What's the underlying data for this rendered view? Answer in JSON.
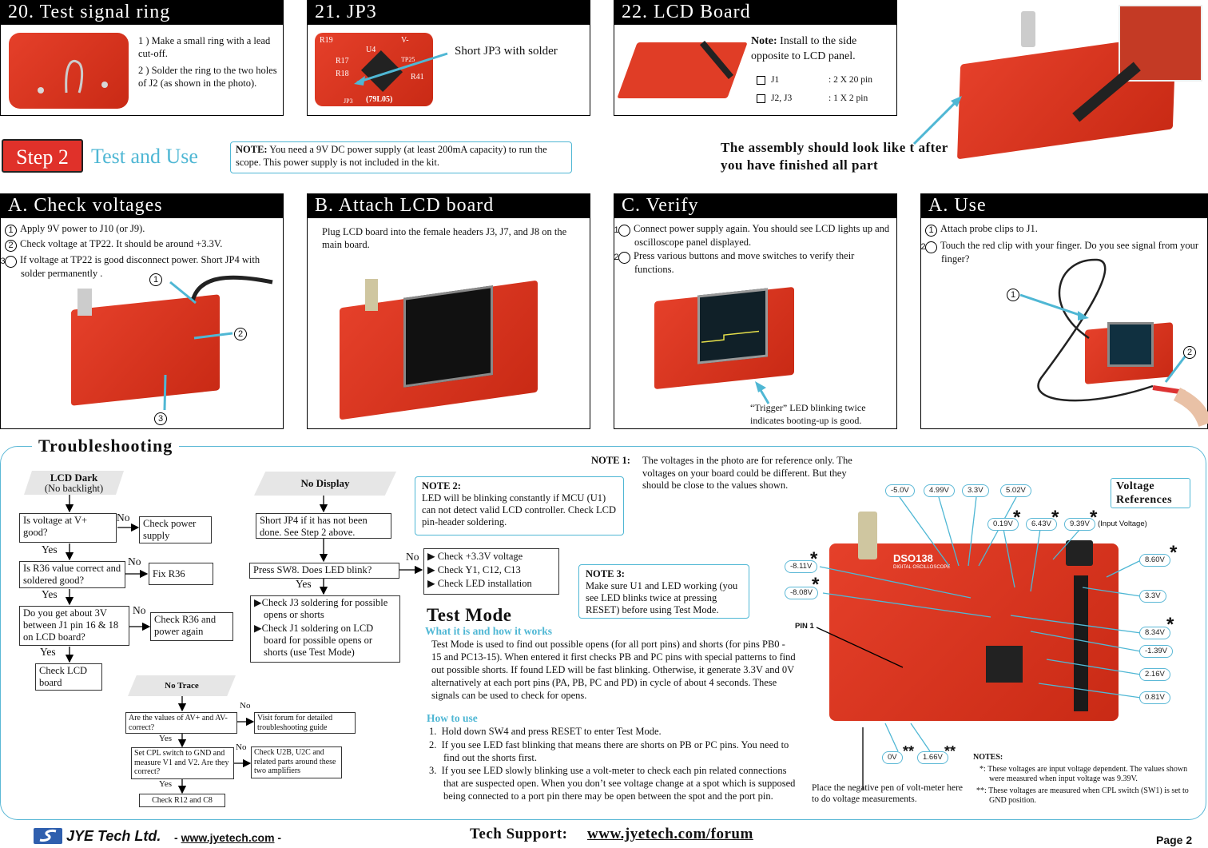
{
  "sec20": {
    "title": "20. Test signal ring",
    "items": [
      "1 ) Make a small ring with a lead cut-off.",
      "2 ) Solder the ring to the two holes of J2 (as shown in the photo)."
    ]
  },
  "sec21": {
    "title": "21. JP3",
    "text": "Short JP3 with solder",
    "pcb": [
      "R19",
      "R17",
      "R18",
      "U4",
      "V-",
      "TP25",
      "R41",
      "JP3",
      "(79L05)"
    ]
  },
  "sec22": {
    "title": "22. LCD Board",
    "note_label": "Note:",
    "note": "Install to the side opposite to LCD panel.",
    "rows": [
      {
        "name": "J1",
        "val": ": 2 X 20 pin"
      },
      {
        "name": "J2, J3",
        "val": ": 1 X 2 pin"
      }
    ]
  },
  "assembly": "The assembly should look like t after you have finished all part",
  "step": {
    "badge": "Step 2",
    "title": "Test and Use"
  },
  "note_power": {
    "label": "NOTE:",
    "text": "You need a 9V DC power supply (at least 200mA capacity) to run the scope. This power supply is not included in the kit."
  },
  "secA": {
    "title": "A. Check voltages",
    "items": [
      "Apply 9V power to J10 (or J9).",
      "Check voltage at TP22. It should be around +3.3V.",
      "If voltage at TP22 is good disconnect power. Short JP4 with solder permanently ."
    ],
    "marks": [
      "1",
      "2",
      "3"
    ]
  },
  "secB": {
    "title": "B. Attach LCD board",
    "text": "Plug LCD board into the female headers J3, J7, and J8 on the main board."
  },
  "secC": {
    "title": "C. Verify",
    "items": [
      "Connect power supply again. You should see LCD lights up and oscilloscope panel displayed.",
      "Press various buttons and move switches to verify their functions."
    ],
    "caption": "“Trigger” LED blinking twice indicates booting-up is good."
  },
  "secD": {
    "title": "A. Use",
    "items": [
      "Attach probe clips to J1.",
      "Touch the red clip with your finger. Do you see signal from your finger?"
    ],
    "marks": [
      "1",
      "2"
    ]
  },
  "trouble": {
    "title": "Troubleshooting"
  },
  "lcd": {
    "head": "LCD Dark",
    "sub": "(No backlight)",
    "q1": "Is voltage at V+ good?",
    "a1": "Check power supply",
    "q2": "Is R36 value correct and soldered good?",
    "a2": "Fix R36",
    "q3": "Do you get about 3V between J1 pin 16 & 18 on LCD board?",
    "a3": "Check R36 and power again",
    "end": "Check LCD board",
    "no": "No",
    "yes": "Yes"
  },
  "nodisp": {
    "head": "No Display",
    "s1": "Short JP4 if it has not been done. See Step 2 above.",
    "s2": "Press SW8. Does LED blink?",
    "no_items": [
      "Check +3.3V voltage",
      "Check Y1, C12, C13",
      "Check LED installation"
    ],
    "yes_items": [
      "Check J3 soldering for possible opens or shorts",
      "Check J1 soldering on LCD board for possible opens or shorts (use Test Mode)"
    ]
  },
  "notrace": {
    "head": "No Trace",
    "q1": "Are the values of AV+ and AV- correct?",
    "a1": "Visit forum for detailed troubleshooting guide",
    "q2": "Set CPL switch to GND and measure V1 and V2. Are they correct?",
    "a2": "Check U2B, U2C and related parts around these two amplifiers",
    "end": "Check R12 and C8"
  },
  "note1": {
    "label": "NOTE 1:",
    "text": "The voltages in the photo are for reference only. The voltages on your board could be different. But they should be close to the values shown."
  },
  "note2": {
    "label": "NOTE 2:",
    "text": "LED will be blinking constantly if MCU (U1) can not detect valid LCD controller. Check LCD pin-header soldering."
  },
  "note3": {
    "label": "NOTE 3:",
    "text": "Make sure U1 and LED working (you see LED blinks twice at pressing RESET) before using Test Mode."
  },
  "testmode": {
    "title": "Test Mode",
    "sub1": "What it is and how it works",
    "body": "Test Mode is used to find out possible opens (for all port pins) and shorts (for pins PB0 - 15 and PC13-15). When entered it first checks PB and PC pins with special patterns to find out possible shorts. If found LED will be fast blinking. Otherwise, it generate 3.3V and 0V alternatively at each port pins (PA, PB, PC and PD) in cycle of about 4 seconds. These signals can be used to check for opens.",
    "sub2": "How to use",
    "steps": [
      "Hold down SW4 and press RESET to enter Test Mode.",
      "If you see LED fast blinking that means there are shorts on PB or PC pins. You need to find out the shorts first.",
      "If you see LED slowly blinking use a volt-meter to check each pin related connections that are suspected open. When you don’t see voltage change at a spot which is supposed being connected to a port pin there may be open between the spot and the port pin."
    ]
  },
  "volt": {
    "title1": "Voltage",
    "title2": "References",
    "top": [
      "-5.0V",
      "4.99V",
      "3.3V",
      "5.02V"
    ],
    "mid": [
      "0.19V",
      "6.43V",
      "9.39V"
    ],
    "input": "(Input Voltage)",
    "left": [
      "-8.11V",
      "-8.08V"
    ],
    "right": [
      "8.60V",
      "3.3V",
      "8.34V",
      "-1.39V",
      "2.16V",
      "0.81V"
    ],
    "bottom": [
      "0V",
      "1.66V"
    ],
    "pin1": "PIN 1",
    "neg": "Place the negative pen of volt-meter here to do voltage measurements.",
    "notes_label": "NOTES:",
    "n1": "*: These voltages are input voltage dependent. The values shown were measured when input voltage was 9.39V.",
    "n2": "**: These voltages are measured when CPL switch (SW1) is set to GND position.",
    "board_label": "DSO138",
    "board_sub": "DIGITAL OSCILLOSCOPE"
  },
  "footer": {
    "company": "JYE Tech Ltd.",
    "site": "www.jyetech.com",
    "support_label": "Tech Support:",
    "support_url": "www.jyetech.com/forum",
    "page": "Page 2"
  }
}
